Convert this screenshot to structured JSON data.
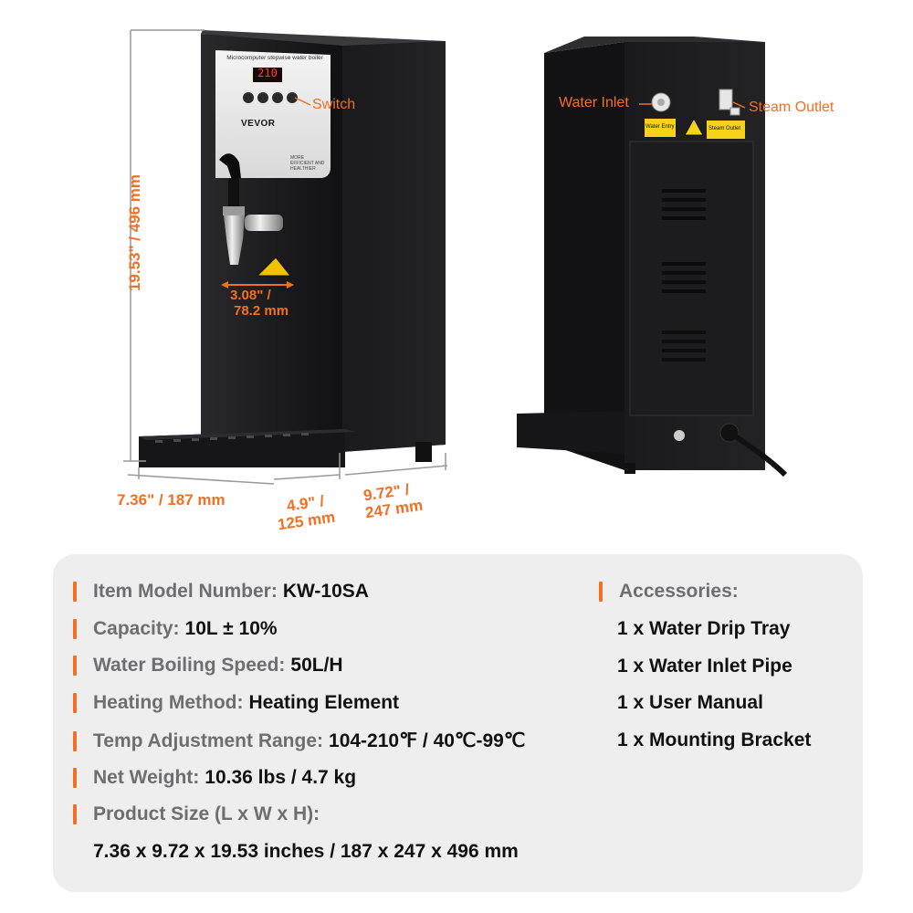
{
  "front_panel": {
    "header": "Microcomputer stepwise water boiler",
    "display": "210",
    "brand": "VEVOR",
    "tagline": "MORE EFFICIENT AND HEALTHIER"
  },
  "callouts": {
    "switch": "Switch",
    "water_inlet": "Water Inlet",
    "steam_outlet": "Steam Outlet"
  },
  "labels": {
    "water_entry": "Water Entry",
    "steam_outlet_small": "Steam Outlet"
  },
  "dimensions": {
    "height": "19.53\" / 496 mm",
    "tap_gap_in": "3.08\" /",
    "tap_gap_mm": "78.2 mm",
    "width": "7.36\" / 187 mm",
    "tray_in": "4.9\" /",
    "tray_mm": "125 mm",
    "depth_in": "9.72\" /",
    "depth_mm": "247 mm"
  },
  "specs": [
    {
      "label": "Item Model Number:",
      "value": "KW-10SA"
    },
    {
      "label": "Capacity:",
      "value": "10L ± 10%"
    },
    {
      "label": "Water Boiling Speed:",
      "value": "50L/H"
    },
    {
      "label": "Heating Method:",
      "value": "Heating Element"
    },
    {
      "label": "Temp Adjustment Range:",
      "value": "104-210℉ / 40℃-99℃"
    },
    {
      "label": "Net Weight:",
      "value": "10.36 lbs / 4.7 kg"
    },
    {
      "label": "Product Size (L x W x H):",
      "value": ""
    }
  ],
  "product_size_value": "7.36 x 9.72 x 19.53 inches / 187 x 247 x 496 mm",
  "accessories": {
    "title": "Accessories:",
    "items": [
      "1 x Water Drip Tray",
      "1 x Water Inlet Pipe",
      "1 x User Manual",
      "1 x Mounting Bracket"
    ]
  },
  "colors": {
    "accent": "#f36f21",
    "body": "#1b1b1d",
    "panel_bg": "#eeeeef"
  }
}
